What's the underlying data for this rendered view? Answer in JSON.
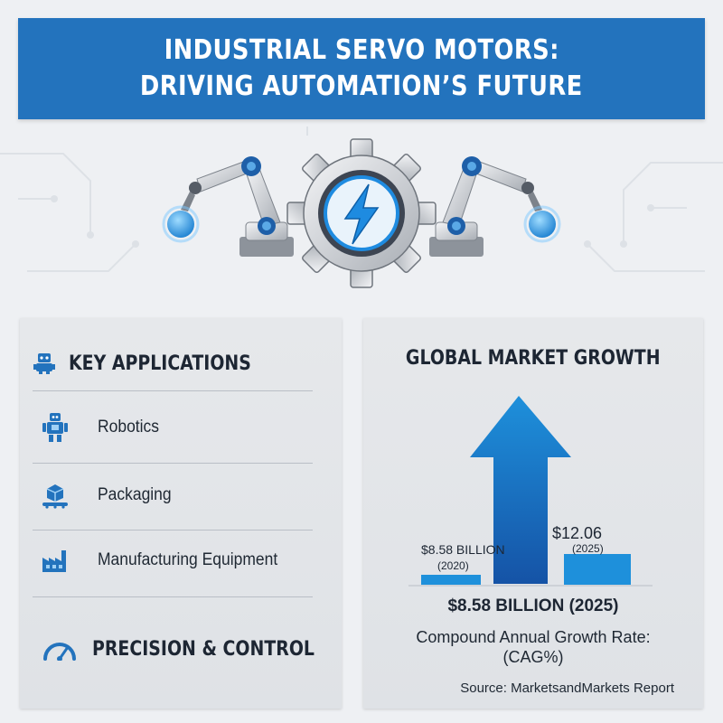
{
  "header": {
    "title_line1": "INDUSTRIAL SERVO MOTORS:",
    "title_line2": "DRIVING AUTOMATION’S FUTURE"
  },
  "hero": {
    "icons": [
      "robot-arm-left-icon",
      "gear-icon",
      "lightning-bolt-icon",
      "robot-arm-right-icon"
    ]
  },
  "applications": {
    "title": "KEY APPLICATIONS",
    "title_icon": "robot-icon",
    "items": [
      {
        "label": "Robotics",
        "icon": "robot-icon"
      },
      {
        "label": "Packaging",
        "icon": "conveyor-box-icon"
      },
      {
        "label": "Manufacturing Equipment",
        "icon": "factory-icon"
      }
    ],
    "precision": {
      "label": "PRECISION & CONTROL",
      "icon": "gauge-icon"
    }
  },
  "market": {
    "title": "GLOBAL MARKET GROWTH",
    "bar_2020": {
      "value_label": "$8.58 BILLION",
      "year_label": "(2020)",
      "value": 8.58
    },
    "bar_2025": {
      "value_label": "$12.06",
      "year_label": "(2025)",
      "value": 12.06
    },
    "total_label": "$8.58 BILLION (2025)",
    "cagr_line1": "Compound Annual Growth Rate:",
    "cagr_line2": "(CAG%)",
    "source": "Source: MarketsandMarkets Report"
  },
  "colors": {
    "brand_blue": "#2373bd",
    "accent_light_blue": "#2a9be0",
    "bar_blue": "#1e90db",
    "text_dark": "#1d2633",
    "panel_bg": "#e3e6e9"
  }
}
